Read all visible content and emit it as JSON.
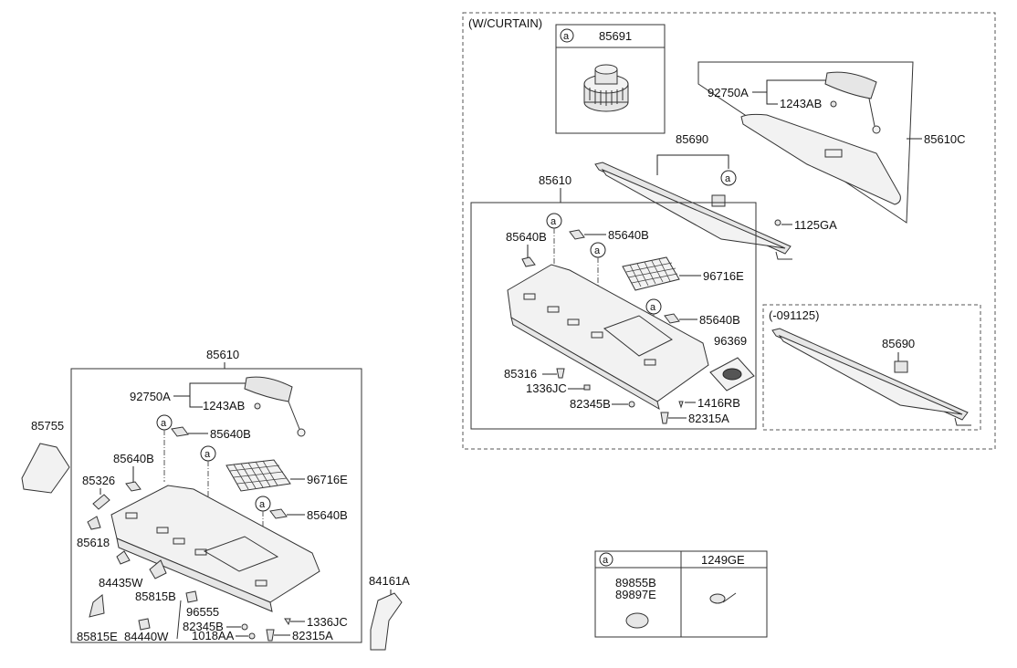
{
  "labels": {
    "w_curtain": "(W/CURTAIN)",
    "period": "(-091125)",
    "p85691": "85691",
    "p92750A_r": "92750A",
    "p1243AB_r": "1243AB",
    "p85610C": "85610C",
    "p85690_r": "85690",
    "p85610_r": "85610",
    "p1125GA": "1125GA",
    "p85640B_r1": "85640B",
    "p85640B_r2": "85640B",
    "p96716E_r": "96716E",
    "p85640B_r3": "85640B",
    "p96369": "96369",
    "p85316": "85316",
    "p1336JC_r": "1336JC",
    "p82345B_r": "82345B",
    "p1416RB": "1416RB",
    "p82315A_r": "82315A",
    "p85690_b": "85690",
    "p85610_l": "85610",
    "p92750A_l": "92750A",
    "p1243AB_l": "1243AB",
    "p85640B_l1": "85640B",
    "p85640B_l2": "85640B",
    "p96716E_l": "96716E",
    "p85640B_l3": "85640B",
    "p85326": "85326",
    "p85618": "85618",
    "p84435W": "84435W",
    "p85815B": "85815B",
    "p96555": "96555",
    "p82345B_l": "82345B",
    "p1336JC_l": "1336JC",
    "p1018AA": "1018AA",
    "p82315A_l": "82315A",
    "p85815E": "85815E",
    "p84440W": "84440W",
    "p85755": "85755",
    "p84161A": "84161A",
    "legend_a": "a",
    "legend_1249GE": "1249GE",
    "legend_89855B": "89855B",
    "legend_89897E": "89897E",
    "circle_a": "a"
  }
}
